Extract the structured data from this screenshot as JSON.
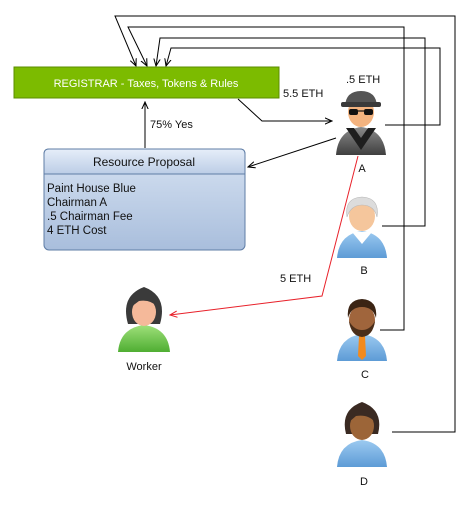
{
  "registrar": {
    "label": "REGISTRAR - Taxes, Tokens & Rules",
    "fill": "#7cbb00"
  },
  "proposal": {
    "title": "Resource Proposal",
    "lines": [
      "Paint House Blue",
      "Chairman A",
      ".5 Chairman Fee",
      "4 ETH Cost"
    ]
  },
  "actors": {
    "a": {
      "label": "A"
    },
    "b": {
      "label": "B"
    },
    "c": {
      "label": "C"
    },
    "d": {
      "label": "D"
    },
    "worker": {
      "label": "Worker"
    }
  },
  "edges": {
    "vote": "75% Yes",
    "registrar_to_a": "5.5 ETH",
    "fee_to_a": ".5 ETH",
    "a_to_worker": "5 ETH"
  },
  "colors": {
    "payment_arrow": "#e8212a",
    "arrow": "#000000"
  }
}
